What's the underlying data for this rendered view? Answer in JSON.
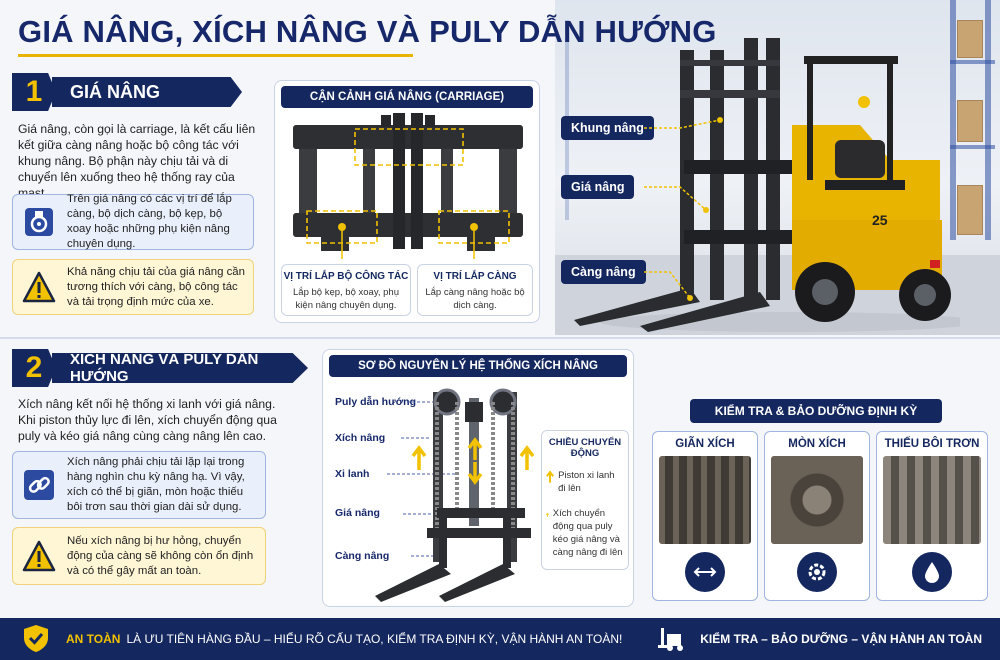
{
  "title": "GIÁ NÂNG, XÍCH NÂNG VÀ PULY DẪN HƯỚNG",
  "section1": {
    "number": "1",
    "heading": "GIÁ NÂNG",
    "paragraph": "Giá nâng, còn gọi là carriage, là kết cấu liên kết giữa càng nâng hoặc bộ công tác với khung nâng. Bộ phận này chịu tải và di chuyển lên xuống theo hệ thống ray của mast.",
    "note_info": "Trên giá nâng có các vị trí để lắp càng, bộ dịch càng, bộ kẹp, bộ xoay hoặc những phụ kiện nâng chuyên dụng.",
    "note_warning": "Khả năng chịu tải của giá nâng cần tương thích với càng, bộ công tác và tải trọng định mức của xe."
  },
  "carriage_panel": {
    "heading": "CẬN CẢNH GIÁ NÂNG (CARRIAGE)",
    "callout_left_title": "VỊ TRÍ LẮP BỘ CÔNG TÁC",
    "callout_left_text": "Lắp bộ kẹp, bộ xoay, phụ kiện nâng chuyên dụng.",
    "callout_right_title": "VỊ TRÍ LẮP CÀNG",
    "callout_right_text": "Lắp càng nâng hoặc bộ dịch càng."
  },
  "forklift": {
    "label_mast": "Khung nâng",
    "label_carriage": "Giá nâng",
    "label_forks": "Càng nâng",
    "model_number": "25"
  },
  "section2": {
    "number": "2",
    "heading": "XÍCH NÂNG VÀ PULY DẪN HƯỚNG",
    "paragraph": "Xích nâng kết nối hệ thống xi lanh với giá nâng. Khi piston thủy lực đi lên, xích chuyển động qua puly và kéo giá nâng cùng càng nâng lên cao.",
    "note_info": "Xích nâng phải chịu tải lặp lại trong hàng nghìn chu kỳ nâng hạ. Vì vậy, xích có thể bị giãn, mòn hoặc thiếu bôi trơn sau thời gian dài sử dụng.",
    "note_warning": "Nếu xích nâng bị hư hỏng, chuyển động của càng sẽ không còn ổn định và có thể gây mất an toàn."
  },
  "chain_diagram": {
    "heading": "SƠ ĐỒ NGUYÊN LÝ HỆ THỐNG XÍCH NÂNG",
    "labels": [
      "Puly dẫn hướng",
      "Xích nâng",
      "Xi lanh",
      "Giá nâng",
      "Càng nâng"
    ],
    "legend_title": "CHIỀU CHUYỂN ĐỘNG",
    "legend_item1": "Piston xi lanh đi lên",
    "legend_item2": "Xích chuyển động qua puly kéo giá nâng và càng nâng đi lên"
  },
  "inspection": {
    "heading": "KIỂM TRA & BẢO DƯỠNG ĐỊNH KỲ",
    "cards": [
      {
        "title": "GIÃN XÍCH",
        "icon": "double-arrow-icon"
      },
      {
        "title": "MÒN XÍCH",
        "icon": "gear-icon"
      },
      {
        "title": "THIẾU BÔI TRƠN",
        "icon": "oil-drop-icon"
      }
    ]
  },
  "footer": {
    "highlight": "AN TOÀN",
    "text": "LÀ ƯU TIÊN HÀNG ĐẦU – HIỂU RÕ CẤU TẠO, KIỂM TRA ĐỊNH KỲ, VẬN HÀNH AN TOÀN!",
    "right_text": "KIỂM TRA – BẢO DƯỠNG – VẬN HÀNH AN TOÀN"
  },
  "colors": {
    "navy": "#14275f",
    "accent_yellow": "#f2c200",
    "forklift_yellow": "#e8b400"
  }
}
